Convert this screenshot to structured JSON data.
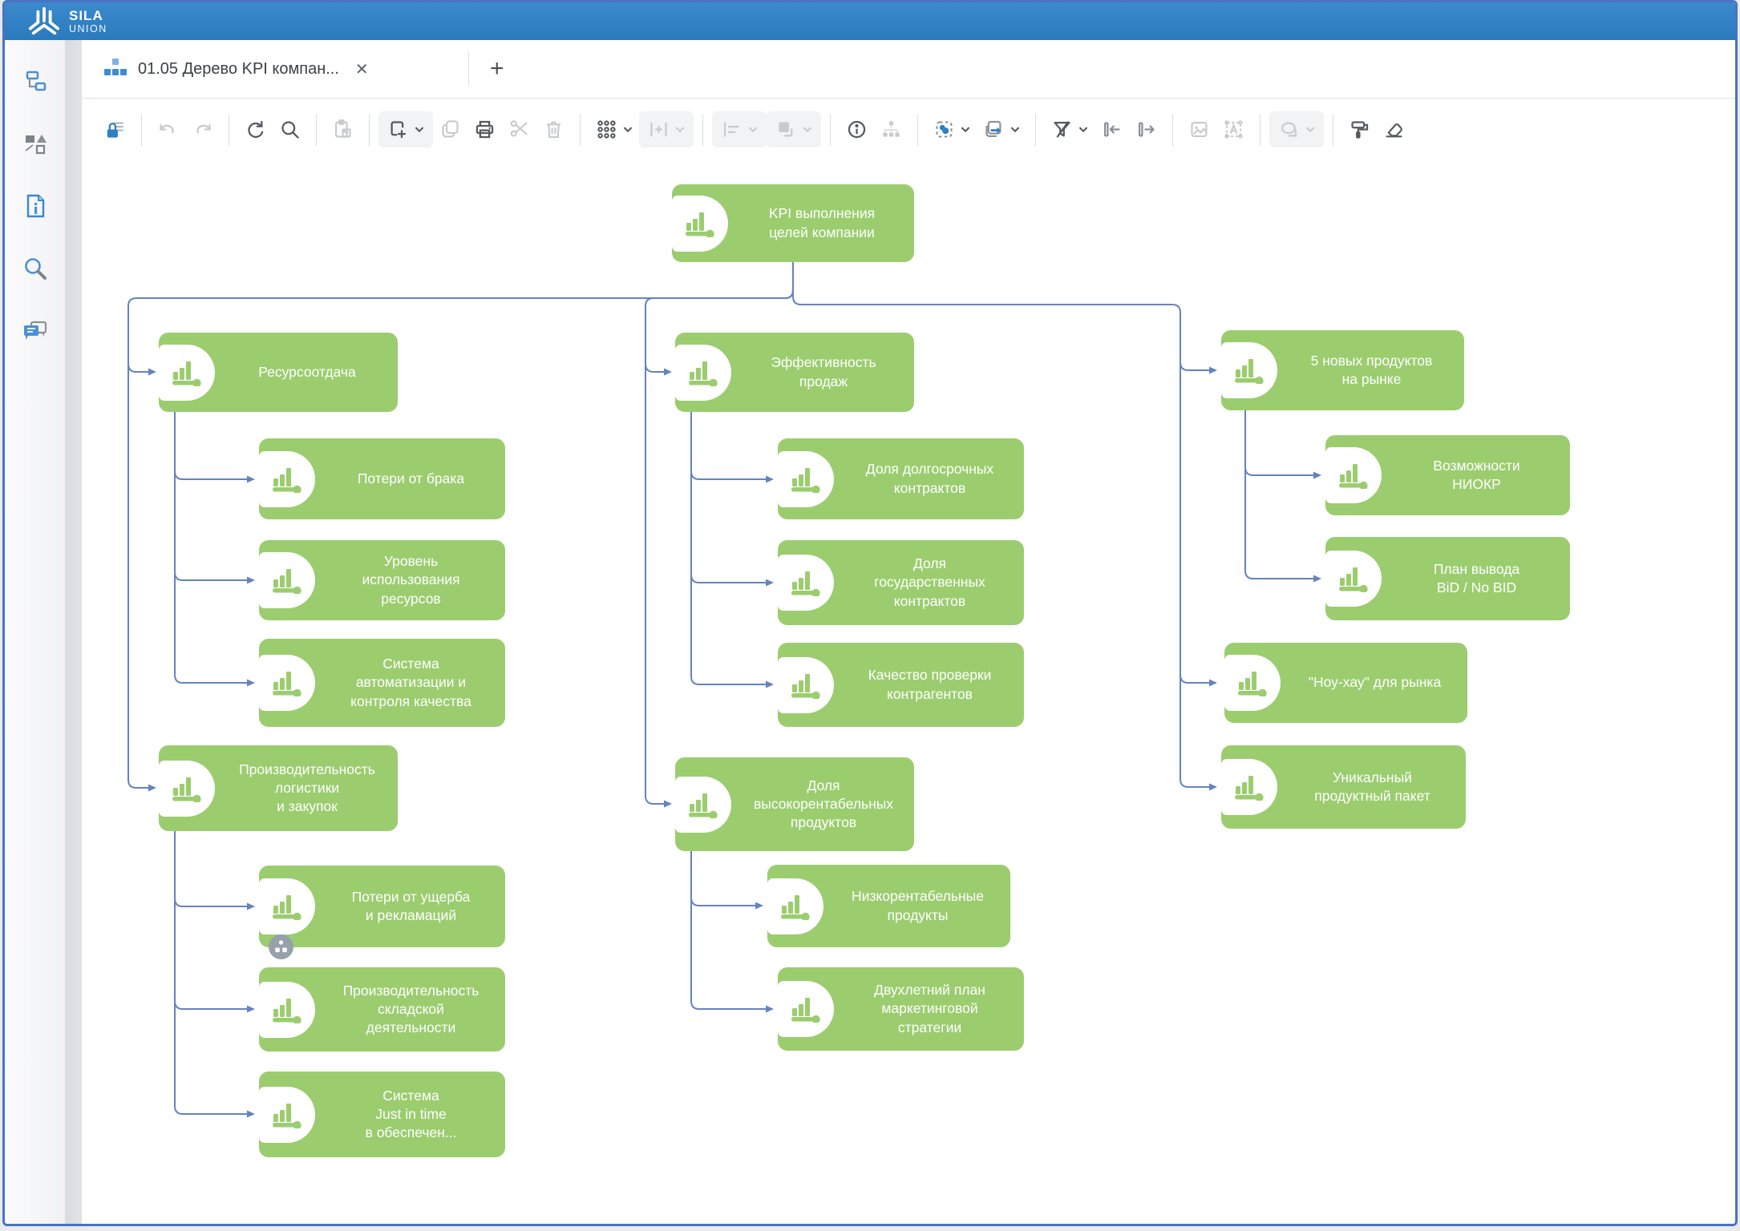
{
  "topbar": {
    "brand_top": "SILA",
    "brand_bottom": "UNION"
  },
  "tabbar": {
    "active_tab": {
      "title": "01.05 Дерево KPI компан...",
      "close_glyph": "✕"
    },
    "new_tab_glyph": "+"
  },
  "sidebar": {
    "items": [
      {
        "name": "model-navigator"
      },
      {
        "name": "shapes-palette"
      },
      {
        "name": "document-info"
      },
      {
        "name": "search"
      },
      {
        "name": "comments"
      }
    ]
  },
  "toolbar": {
    "items": [
      {
        "name": "lock",
        "enabled": true
      },
      {
        "name": "undo",
        "enabled": false
      },
      {
        "name": "redo",
        "enabled": false
      },
      {
        "name": "refresh",
        "enabled": true
      },
      {
        "name": "search",
        "enabled": true
      },
      {
        "name": "paste",
        "enabled": false
      },
      {
        "name": "new-object",
        "enabled": true
      },
      {
        "name": "copy",
        "enabled": false
      },
      {
        "name": "print",
        "enabled": true
      },
      {
        "name": "cut",
        "enabled": false
      },
      {
        "name": "delete",
        "enabled": false
      },
      {
        "name": "grid",
        "enabled": true
      },
      {
        "name": "spacing",
        "enabled": false
      },
      {
        "name": "align",
        "enabled": false
      },
      {
        "name": "arrange",
        "enabled": false
      },
      {
        "name": "info",
        "enabled": true
      },
      {
        "name": "subordinate-tree",
        "enabled": false
      },
      {
        "name": "select-related",
        "enabled": true
      },
      {
        "name": "copy-to-model",
        "enabled": true
      },
      {
        "name": "filter-clear",
        "enabled": true
      },
      {
        "name": "shift-left",
        "enabled": true
      },
      {
        "name": "shift-right",
        "enabled": true
      },
      {
        "name": "insert-image",
        "enabled": false
      },
      {
        "name": "text-frame",
        "enabled": false
      },
      {
        "name": "shape-ellipse",
        "enabled": false
      },
      {
        "name": "format-painter",
        "enabled": true
      },
      {
        "name": "eraser",
        "enabled": true
      }
    ]
  },
  "colors": {
    "node_green": "#9bcd6f",
    "connector_blue": "#6583bd",
    "topbar_blue": "#2e80c4",
    "window_border": "#4a73c2",
    "badge_gray": "#96a1ab"
  },
  "diagram": {
    "nodes": [
      {
        "lines": [
          "KPI выполнения",
          "целей компании"
        ]
      },
      {
        "lines": [
          "Ресурсоотдача"
        ]
      },
      {
        "lines": [
          "Потери от брака"
        ]
      },
      {
        "lines": [
          "Уровень",
          "использования",
          "ресурсов"
        ]
      },
      {
        "lines": [
          "Система",
          "автоматизации и",
          "контроля качества"
        ]
      },
      {
        "lines": [
          "Производительность",
          "логистики",
          "и закупок"
        ]
      },
      {
        "lines": [
          "Потери от ущерба",
          "и рекламаций"
        ]
      },
      {
        "lines": [
          "Производительность",
          "складской",
          "деятельности"
        ]
      },
      {
        "lines": [
          "Система",
          "Just in time",
          "в обеспечен..."
        ]
      },
      {
        "lines": [
          "Эффективность",
          "продаж"
        ]
      },
      {
        "lines": [
          "Доля долгосрочных",
          "контрактов"
        ]
      },
      {
        "lines": [
          "Доля",
          "государственных",
          "контрактов"
        ]
      },
      {
        "lines": [
          "Качество проверки",
          "контрагентов"
        ]
      },
      {
        "lines": [
          "Доля",
          "высокорентабельных",
          "продуктов"
        ]
      },
      {
        "lines": [
          "Низкорентабельные",
          "продукты"
        ]
      },
      {
        "lines": [
          "Двухлетний план",
          "маркетинговой",
          "стратегии"
        ]
      },
      {
        "lines": [
          "5 новых продуктов",
          "на рынке"
        ]
      },
      {
        "lines": [
          "Возможности",
          "НИОКР"
        ]
      },
      {
        "lines": [
          "План вывода",
          "BiD / No BID"
        ]
      },
      {
        "lines": [
          "\"Ноу-хау\" для рынка"
        ]
      },
      {
        "lines": [
          "Уникальный",
          "продуктный пакет"
        ]
      }
    ]
  }
}
